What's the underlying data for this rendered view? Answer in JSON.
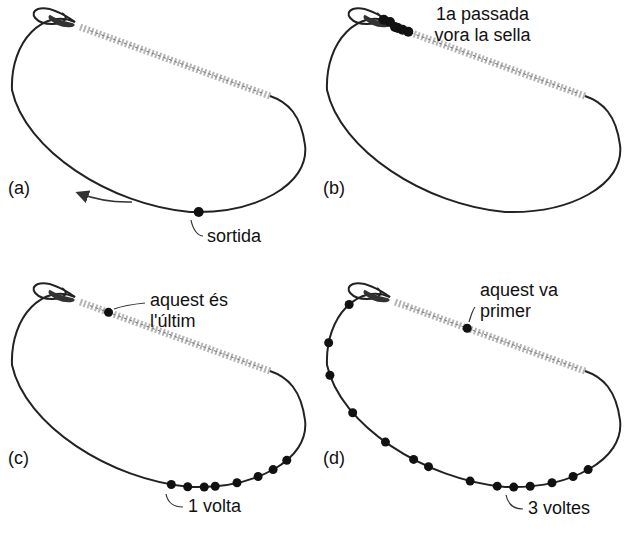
{
  "diagram": {
    "labels": [
      "1a passada vora la sella",
      "(a)",
      "sortida",
      "(b)",
      "aquest és l'últim",
      "aquest va primer",
      "(c)",
      "1 volta",
      "(d)",
      "3 voltes"
    ]
  }
}
